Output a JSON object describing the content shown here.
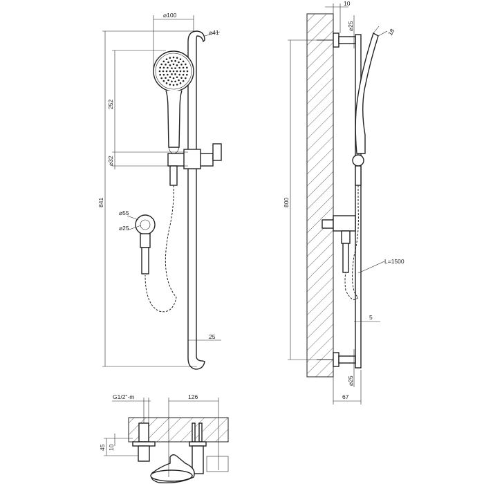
{
  "drawing": {
    "front_view": {
      "head_diameter": "⌀100",
      "bar_bend_diameter": "⌀41",
      "head_height": "252",
      "bar_diameter": "⌀32",
      "overall_height": "841",
      "wall_elbow_outer_diameter": "⌀55",
      "wall_elbow_inner_diameter": "⌀25",
      "bar_offset": "25"
    },
    "side_view": {
      "wall_offset": "10",
      "bracket_diameter_top": "⌀25",
      "handset_thickness": "18",
      "bracket_spacing": "800",
      "hose_length": "L=1500",
      "clearance": "5",
      "bracket_diameter_bottom": "⌀25",
      "projection": "67"
    },
    "plan_view": {
      "thread": "G1/2\"-m",
      "depth": "126",
      "height": "45",
      "flange": "10"
    }
  },
  "colors": {
    "line": "#222222",
    "background": "#ffffff"
  }
}
